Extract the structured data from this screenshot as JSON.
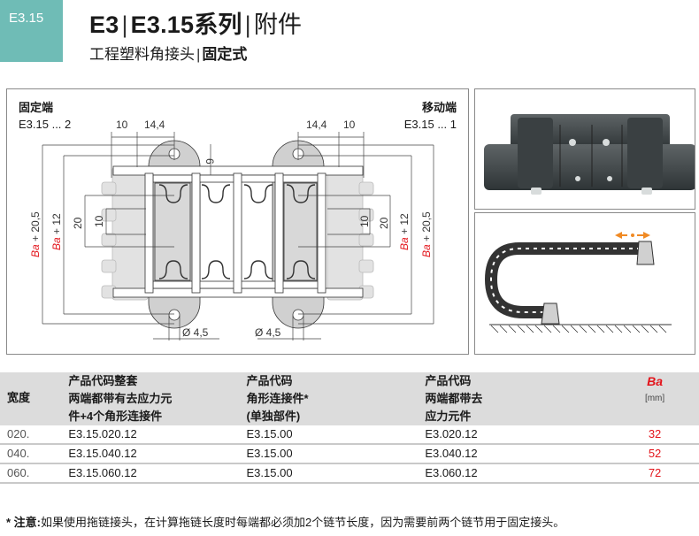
{
  "header": {
    "tab": "E3.15",
    "title_part1": "E3",
    "title_part2": "E3.15系列",
    "title_part3": "附件",
    "separator": "|",
    "subtitle_part1": "工程塑料角接头",
    "subtitle_part2": "固定式"
  },
  "drawing": {
    "fixed_end_label": "固定端",
    "fixed_end_code": "E3.15 ... 2",
    "moving_end_label": "移动端",
    "moving_end_code": "E3.15 ... 1",
    "dim_10": "10",
    "dim_14_4": "14,4",
    "dim_6": "6",
    "dim_20": "20",
    "dim_hole": "Ø 4,5",
    "ba_symbol": "Ba",
    "dim_ba_12": " + 12",
    "dim_ba_20_5": " + 20,5"
  },
  "colors": {
    "tab": "#6fbcb6",
    "ba_red": "#e3141b",
    "arrow_orange": "#f08a24",
    "part_gray": "#d0d0d0"
  },
  "table": {
    "headers": {
      "width": "宽度",
      "col1": [
        "产品代码整套",
        "两端都带有去应力元",
        "件+4个角形连接件"
      ],
      "col2": [
        "产品代码",
        "角形连接件*",
        "(单独部件)"
      ],
      "col3": [
        "产品代码",
        "两端都带去",
        "应力元件"
      ],
      "ba": "Ba",
      "ba_unit": "[mm]"
    },
    "rows": [
      {
        "width": "020.",
        "full_set": "E3.15.020.12",
        "connector": "E3.15.00",
        "strain_relief": "E3.020.12",
        "ba": "32"
      },
      {
        "width": "040.",
        "full_set": "E3.15.040.12",
        "connector": "E3.15.00",
        "strain_relief": "E3.040.12",
        "ba": "52"
      },
      {
        "width": "060.",
        "full_set": "E3.15.060.12",
        "connector": "E3.15.00",
        "strain_relief": "E3.060.12",
        "ba": "72"
      }
    ]
  },
  "note": {
    "prefix": "* 注意:",
    "text": "如果使用拖链接头，在计算拖链长度时每端都必须加2个链节长度，因为需要前两个链节用于固定接头。"
  }
}
